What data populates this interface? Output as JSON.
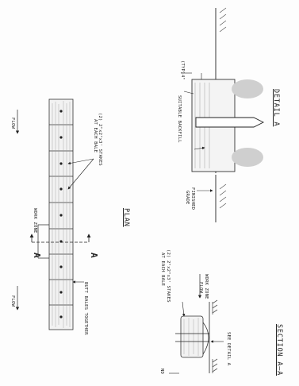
{
  "drawing": {
    "plan": {
      "title": "PLAN",
      "flow_label_top": "FLOW",
      "flow_label_bottom": "FLOW",
      "work_zone": "WORK ZONE",
      "stakes_note_line1": "(2) 2\"x2\"x3' STAKES",
      "stakes_note_line2": "AT EACH BALE",
      "butt_bales": "BUTT BALES TOGETHER",
      "section_mark_left": "A",
      "section_mark_right": "A"
    },
    "section": {
      "title": "SECTION A–A",
      "stakes_note_line1": "(2) 2\"x2\"x3' STAKES",
      "stakes_note_line2": "AT EACH BALE",
      "work_zone": "WORK ZONE",
      "flow": "FLOW",
      "see_detail": "SEE DETAIL A",
      "edge_label": "ND"
    },
    "detail": {
      "title": "DETAIL A",
      "typ": "(TYP)",
      "dim": "4\"",
      "backfill": "SUITABLE BACKFILL",
      "grade_line1": "FINISHED",
      "grade_line2": "GRADE"
    }
  }
}
